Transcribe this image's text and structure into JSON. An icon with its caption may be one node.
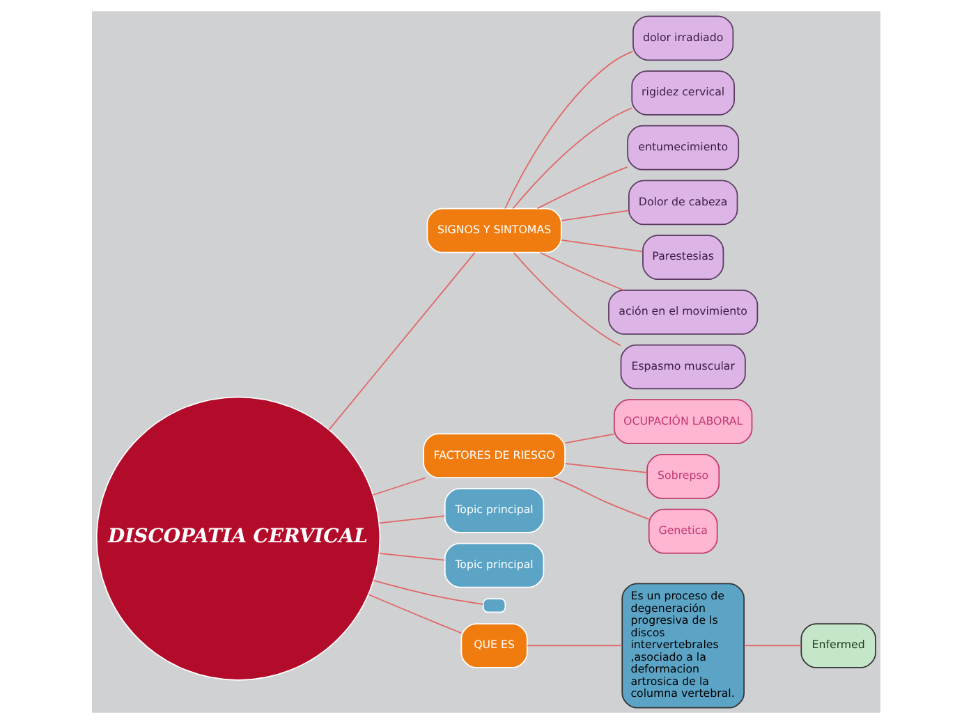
{
  "diagram": {
    "nodes": [
      {
        "text": [
          "DISCOPATIA CERVICAL"
        ]
      },
      {
        "text": [
          "SIGNOS Y SINTOMAS"
        ]
      },
      {
        "text": [
          "dolor irradiado"
        ]
      },
      {
        "text": [
          "rigidez cervical"
        ]
      },
      {
        "text": [
          "entumecimiento"
        ]
      },
      {
        "text": [
          "Dolor de cabeza"
        ]
      },
      {
        "text": [
          "Parestesias"
        ]
      },
      {
        "text": [
          "ación en el movimiento"
        ]
      },
      {
        "text": [
          "Espasmo muscular"
        ]
      },
      {
        "text": [
          "FACTORES DE RIESGO"
        ]
      },
      {
        "text": [
          "OCUPACIÓN LABORAL"
        ]
      },
      {
        "text": [
          "Sobrepso"
        ]
      },
      {
        "text": [
          "Genetica"
        ]
      },
      {
        "text": [
          "Topic principal"
        ]
      },
      {
        "text": [
          "Topic principal"
        ]
      },
      {
        "text": [],
        "shape": "box"
      },
      {
        "text": [
          "QUE ES"
        ]
      },
      {
        "text": [
          "Es un proceso de degeneración progresiva de ls discos intervertebrales ,asociado a la deformacion artrosica de la columna vertebral."
        ]
      },
      {
        "text": [
          "Enfermed"
        ]
      }
    ],
    "edges": [
      {
        "from": 0,
        "to": 1,
        "arrow": "none"
      },
      {
        "from": 1,
        "to": 2,
        "arrow": "none"
      },
      {
        "from": 1,
        "to": 3,
        "arrow": "none"
      },
      {
        "from": 1,
        "to": 4,
        "arrow": "none"
      },
      {
        "from": 1,
        "to": 5,
        "arrow": "none"
      },
      {
        "from": 1,
        "to": 6,
        "arrow": "none"
      },
      {
        "from": 1,
        "to": 7,
        "arrow": "none"
      },
      {
        "from": 1,
        "to": 8,
        "arrow": "none"
      },
      {
        "from": 0,
        "to": 9,
        "arrow": "none"
      },
      {
        "from": 9,
        "to": 10,
        "arrow": "none"
      },
      {
        "from": 9,
        "to": 11,
        "arrow": "none"
      },
      {
        "from": 9,
        "to": 12,
        "arrow": "none"
      },
      {
        "from": 0,
        "to": 13,
        "arrow": "none"
      },
      {
        "from": 0,
        "to": 14,
        "arrow": "none"
      },
      {
        "from": 0,
        "to": 15,
        "arrow": "none"
      },
      {
        "from": 0,
        "to": 16,
        "arrow": "none"
      },
      {
        "from": 16,
        "to": 17,
        "arrow": "none"
      },
      {
        "from": 17,
        "to": 18,
        "arrow": "none"
      }
    ]
  }
}
